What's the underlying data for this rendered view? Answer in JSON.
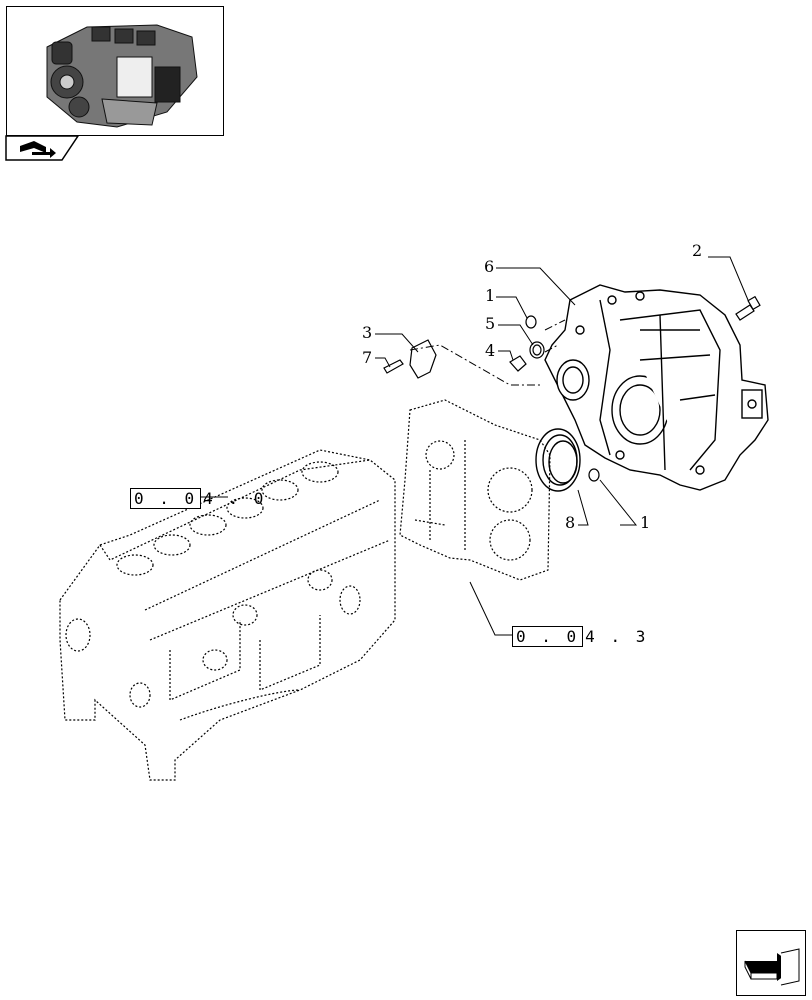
{
  "thumbnail": {
    "icon": "engine-thumbnail-icon",
    "nav_icon": "book-arrow-icon"
  },
  "callouts": {
    "c1a": "1",
    "c1b": "1",
    "c2": "2",
    "c3": "3",
    "c4": "4",
    "c5": "5",
    "c6": "6",
    "c7": "7",
    "c8": "8"
  },
  "references": {
    "block": {
      "boxed": "0 . 0",
      "rest": "4 . 0"
    },
    "front_plate": {
      "boxed": "0 . 0",
      "rest": "4 . 3"
    }
  },
  "nav_button": {
    "icon": "next-page-arrow-icon"
  }
}
